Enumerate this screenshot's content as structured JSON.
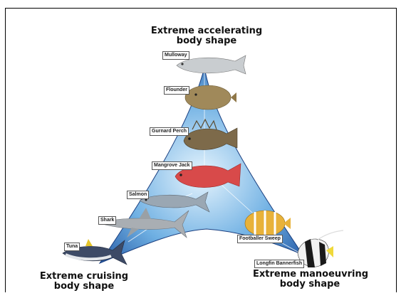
{
  "corners": {
    "top": {
      "line1": "Extreme accelerating",
      "line2": "body shape"
    },
    "left": {
      "line1": "Extreme cruising",
      "line2": "body shape"
    },
    "right": {
      "line1": "Extreme manoeuvring",
      "line2": "body shape"
    }
  },
  "fish": [
    {
      "id": "mulloway",
      "label": "Mulloway"
    },
    {
      "id": "flounder",
      "label": "Flounder"
    },
    {
      "id": "gurnard-perch",
      "label": "Gurnard Perch"
    },
    {
      "id": "mangrove-jack",
      "label": "Mangrove Jack"
    },
    {
      "id": "salmon",
      "label": "Salmon"
    },
    {
      "id": "shark",
      "label": "Shark"
    },
    {
      "id": "tuna",
      "label": "Tuna"
    },
    {
      "id": "footballer-sweep",
      "label": "Footballer Sweep"
    },
    {
      "id": "longfin-bannerfish",
      "label": "Longfin Bannerfish"
    }
  ],
  "colors": {
    "triangle_light": "#dff0fb",
    "triangle_dark": "#1a4f9c",
    "mulloway": "#c9cdd0",
    "flounder": "#a0895a",
    "gurnard": "#7d6a4a",
    "jack": "#d84a4a",
    "salmon": "#9aa7b3",
    "shark": "#a9aeb3",
    "tuna": "#3d4a66",
    "sweep": "#e8b23a",
    "bannerfish": "#1a1a1a"
  }
}
